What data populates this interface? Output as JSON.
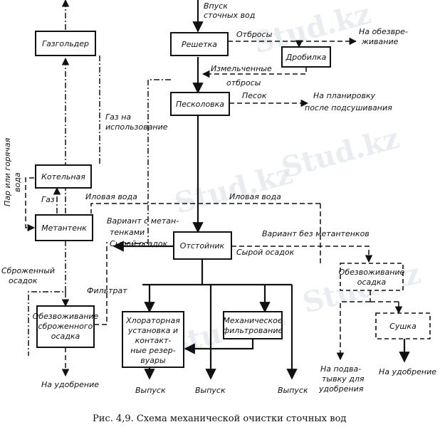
{
  "watermark": "Stud.kz",
  "boxes": {
    "reshetka": "Решетка",
    "drobilka": "Дробилка",
    "peskolovka": "Песколовка",
    "gazgolder": "Газгольдер",
    "kotelnaya": "Котельная",
    "metantenk": "Метантенк",
    "otstoynik": "Отстойник",
    "obezv_sbrozh": [
      "Обезвоживание",
      "сброженного",
      "осадка"
    ],
    "obezv_osadka": [
      "Обезвоживание",
      "осадка"
    ],
    "sushka": "Сушка",
    "hlor": [
      "Хлораторная",
      "установка и",
      "контакт-",
      "ные резер-",
      "вуары"
    ],
    "mekh_filtr": [
      "Механическое",
      "фильтрование"
    ]
  },
  "labels": {
    "vpusk": [
      "Впуск",
      "сточных вод"
    ],
    "otbrosy": "Отбросы",
    "na_obezv": [
      "На обезвре-",
      "живание"
    ],
    "izmelch": [
      "Измельченные",
      "отбросы"
    ],
    "pesok": "Песок",
    "planir": [
      "На планировку",
      "после подсушивания"
    ],
    "gaz_na": [
      "Газ на",
      "использование"
    ],
    "par": [
      "Пар или горячая",
      "вода"
    ],
    "gaz": "Газ",
    "ilovaya_left": "Иловая вода",
    "ilovaya_mid": "Иловая вода",
    "variant_s": [
      "Вариант с метан-",
      "тенками"
    ],
    "syroy_left": "Сырой осадок",
    "variant_bez": "Вариант без метантенков",
    "syroy_mid": "Сырой осадок",
    "sbrozh": [
      "Сброженный",
      "осадок"
    ],
    "filtrat": "Фильтрат",
    "na_udobr_left": "На удобрение",
    "vypusk1": "Выпуск",
    "vypusk2": "Выпуск",
    "vypusk3": "Выпуск",
    "na_podvatku": [
      "На подва-",
      "тывку для",
      "удобрения"
    ],
    "na_udobr_right": "На удобрение"
  },
  "caption": "Рис. 4,9. Схема механической очистки сточных вод"
}
